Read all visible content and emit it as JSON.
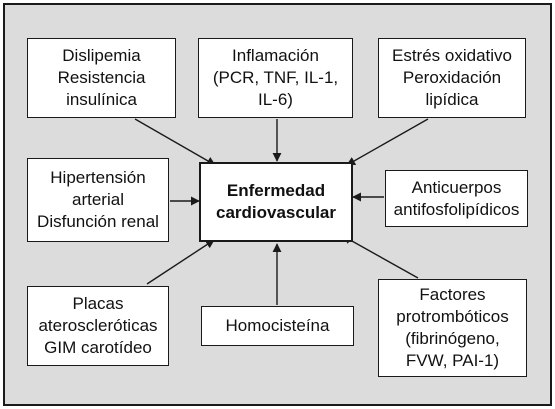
{
  "center": {
    "lines": [
      "Enfermedad",
      "cardiovascular"
    ]
  },
  "boxes": {
    "dislipemia": {
      "lines": [
        "Dislipemia",
        "Resistencia",
        "insulínica"
      ]
    },
    "inflamacion": {
      "lines": [
        "Inflamación",
        "(PCR, TNF, IL-1,",
        "IL-6)"
      ]
    },
    "estres": {
      "lines": [
        "Estrés oxidativo",
        "Peroxidación",
        "lipídica"
      ]
    },
    "hipertension": {
      "lines": [
        "Hipertensión",
        "arterial",
        "Disfunción renal"
      ]
    },
    "anticuerpos": {
      "lines": [
        "Anticuerpos",
        "antifosfolipídicos"
      ]
    },
    "placas": {
      "lines": [
        "Placas",
        "ateroscleróticas",
        "GIM carotídeo"
      ]
    },
    "homocisteina": {
      "lines": [
        "Homocisteína"
      ]
    },
    "factores": {
      "lines": [
        "Factores",
        "protrombóticos",
        "(fibrinógeno,",
        "FVW, PAI-1)"
      ]
    }
  },
  "colors": {
    "background": "#dcdcdc",
    "box_fill": "#ffffff",
    "stroke": "#1a1a1a"
  }
}
